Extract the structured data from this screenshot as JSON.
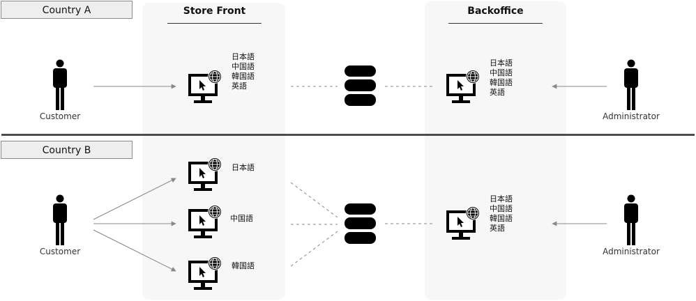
{
  "columns": {
    "store_front": {
      "title": "Store Front"
    },
    "backoffice": {
      "title": "Backoffice"
    }
  },
  "country_a": {
    "label": "Country A",
    "customer_label": "Customer",
    "admin_label": "Administrator",
    "store_languages": [
      "日本語",
      "中国語",
      "韓国語",
      "英語"
    ],
    "backoffice_languages": [
      "日本語",
      "中国語",
      "韓国語",
      "英語"
    ]
  },
  "country_b": {
    "label": "Country B",
    "customer_label": "Customer",
    "admin_label": "Administrator",
    "store_sites": [
      {
        "language": "日本語"
      },
      {
        "language": "中国語"
      },
      {
        "language": "韓国語"
      }
    ],
    "backoffice_languages": [
      "日本語",
      "中国語",
      "韓国語",
      "英語"
    ]
  },
  "icons": {
    "person": "person-icon",
    "web_terminal": "web-terminal-icon",
    "database": "database-icon"
  },
  "colors": {
    "panel": "#f7f7f7",
    "line": "#888888",
    "icon": "#000000"
  }
}
